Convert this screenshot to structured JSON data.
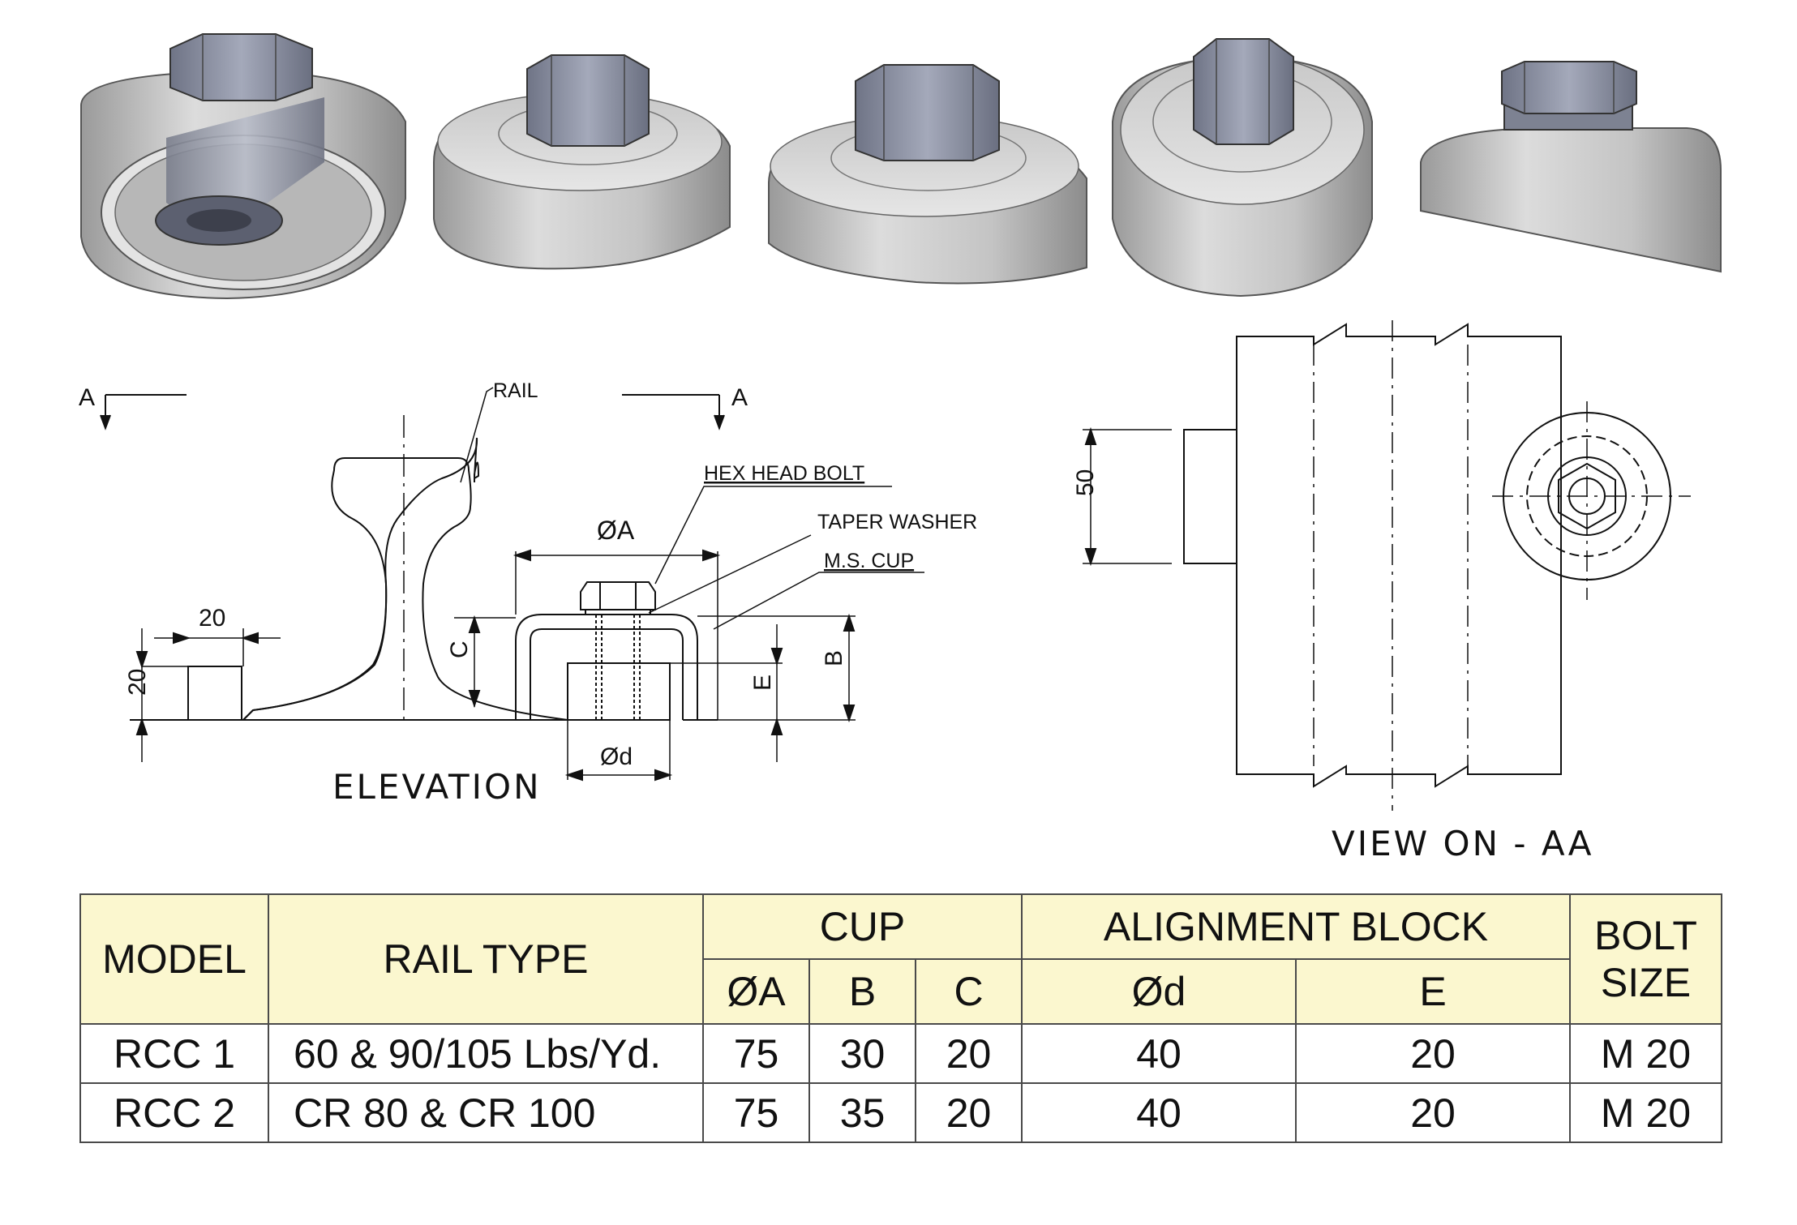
{
  "drawing": {
    "section_marker": "A",
    "rail_label": "RAIL",
    "bolt_label": "HEX HEAD BOLT",
    "washer_label": "TAPER WASHER",
    "cup_label": "M.S. CUP",
    "dim_A": "ØA",
    "dim_B": "B",
    "dim_C": "C",
    "dim_E": "E",
    "dim_d": "Ød",
    "dim_20_width": "20",
    "dim_20_height": "20",
    "dim_50": "50",
    "elevation_title": "ELEVATION",
    "view_title": "VIEW ON - AA"
  },
  "table": {
    "header": {
      "model": "MODEL",
      "rail_type": "RAIL TYPE",
      "cup": "CUP",
      "alignment_block": "ALIGNMENT BLOCK",
      "bolt_line1": "BOLT",
      "bolt_line2": "SIZE",
      "a": "ØA",
      "b": "B",
      "c": "C",
      "d": "Ød",
      "e": "E"
    },
    "rows": [
      {
        "model": "RCC 1",
        "rail_type": "60 & 90/105 Lbs/Yd.",
        "a": "75",
        "b": "30",
        "c": "20",
        "d": "40",
        "e": "20",
        "bolt": "M 20"
      },
      {
        "model": "RCC 2",
        "rail_type": "CR 80 & CR 100",
        "a": "75",
        "b": "35",
        "c": "20",
        "d": "40",
        "e": "20",
        "bolt": "M 20"
      }
    ]
  },
  "colors": {
    "header_fill": "#fbf7cf",
    "line": "#111111",
    "grid": "#4a4a4a",
    "render_grey": "#c9c9c9",
    "bolt_grey": "#8e93a3"
  }
}
